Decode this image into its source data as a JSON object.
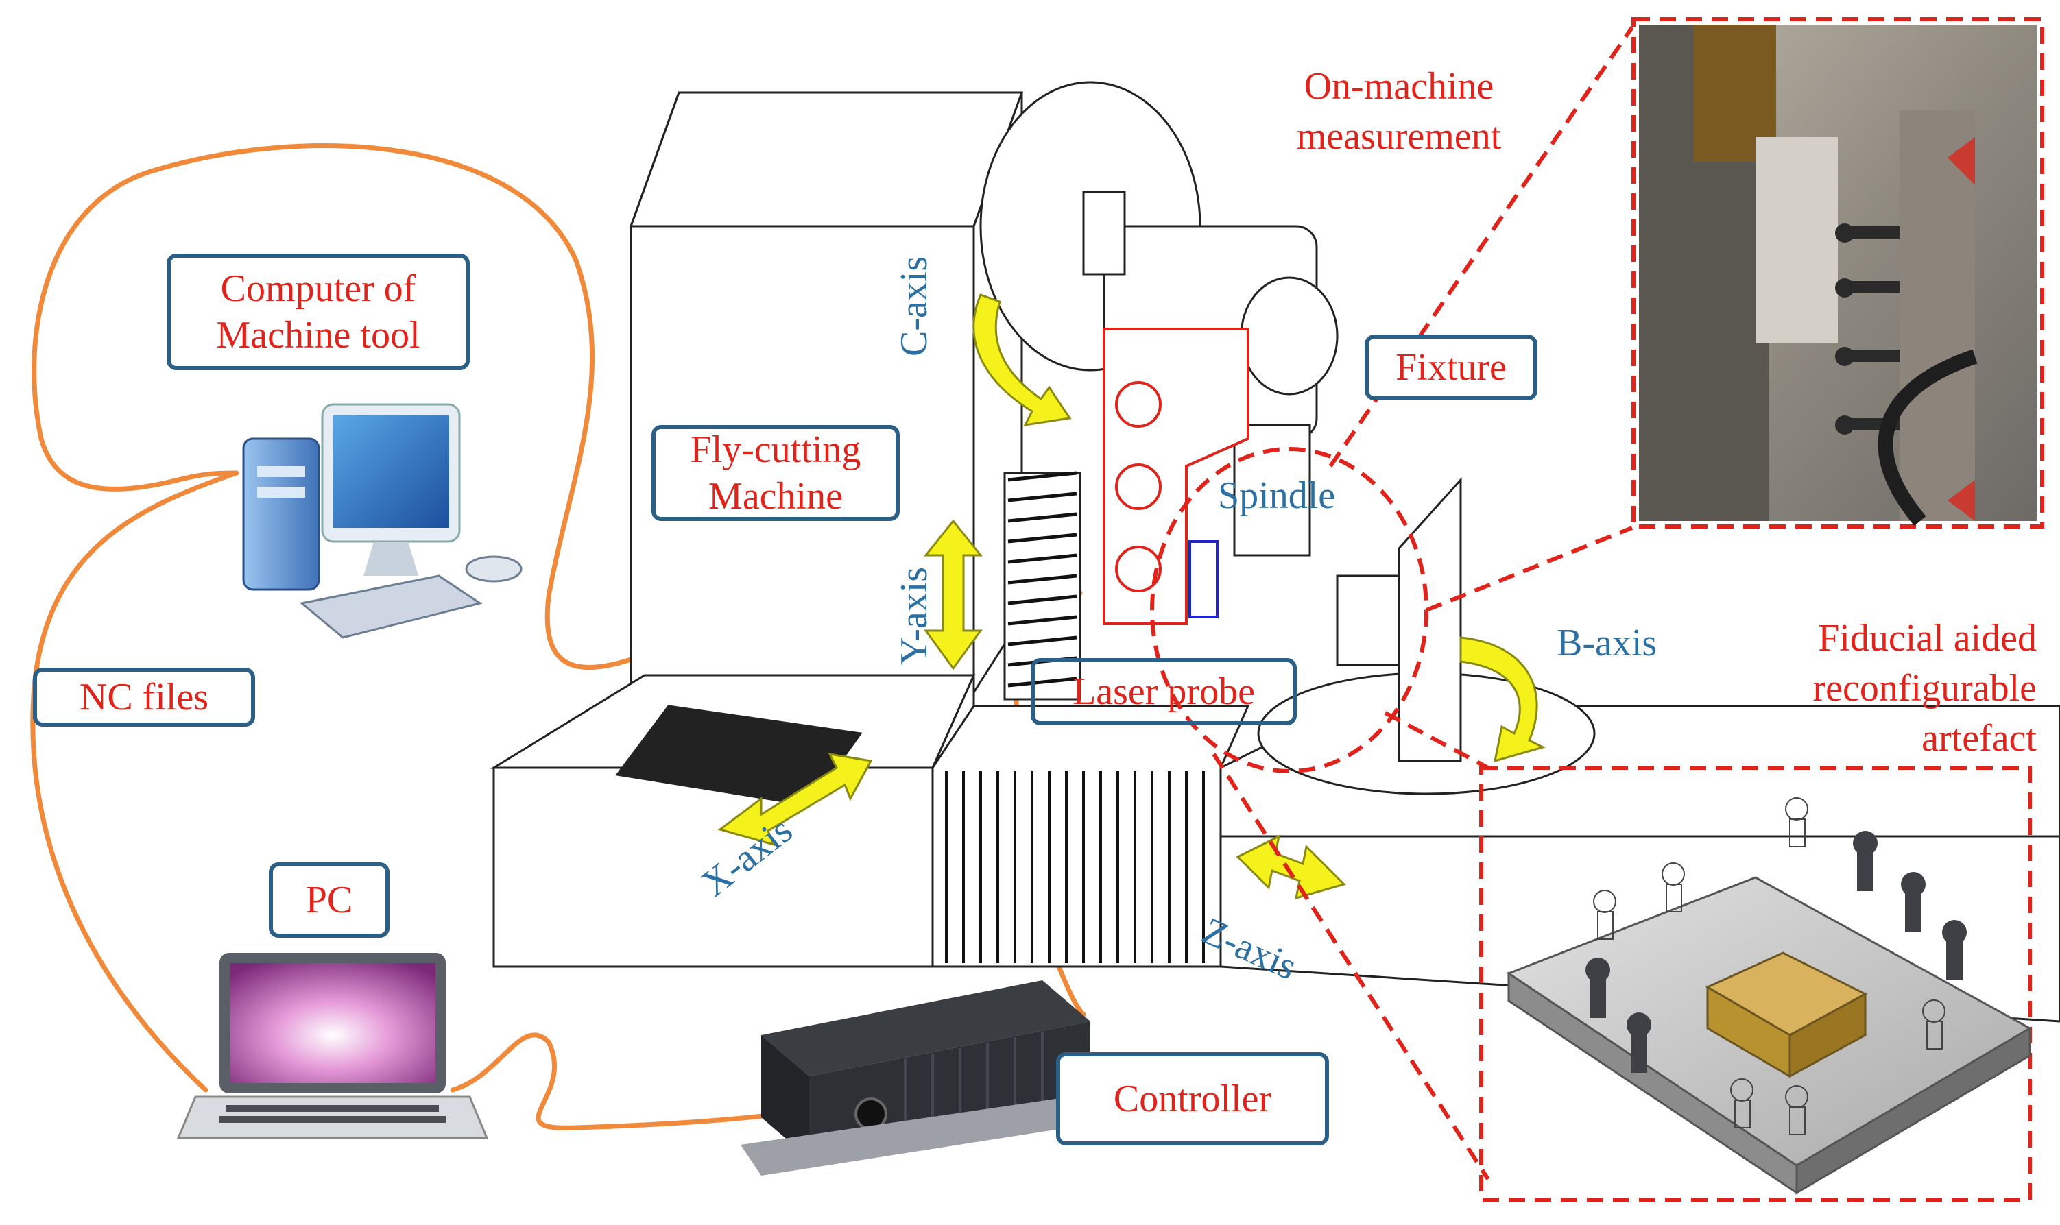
{
  "labels": {
    "computer_of_machine_tool": "Computer of\nMachine tool",
    "fly_cutting_machine": "Fly-cutting\nMachine",
    "nc_files": "NC files",
    "pc": "PC",
    "controller": "Controller",
    "fixture": "Fixture",
    "laser_probe": "Laser probe",
    "on_machine_measurement": "On-machine\nmeasurement",
    "fiducial_artefact": "Fiducial aided\nreconfigurable\nartefact"
  },
  "axes": {
    "c_axis": "C-axis",
    "y_axis": "Y-axis",
    "x_axis": "X-axis",
    "z_axis": "Z-axis",
    "b_axis": "B-axis",
    "spindle": "Spindle"
  },
  "colors": {
    "label_border": "#2b5f86",
    "label_text": "#e0241b",
    "axis_text": "#2b6fa3",
    "cable": "#f08a3a",
    "arrow": "#f4f21a",
    "dashed": "#e0241b"
  },
  "icons": [
    "desktop-computer-icon",
    "laptop-icon",
    "controller-box-icon"
  ]
}
